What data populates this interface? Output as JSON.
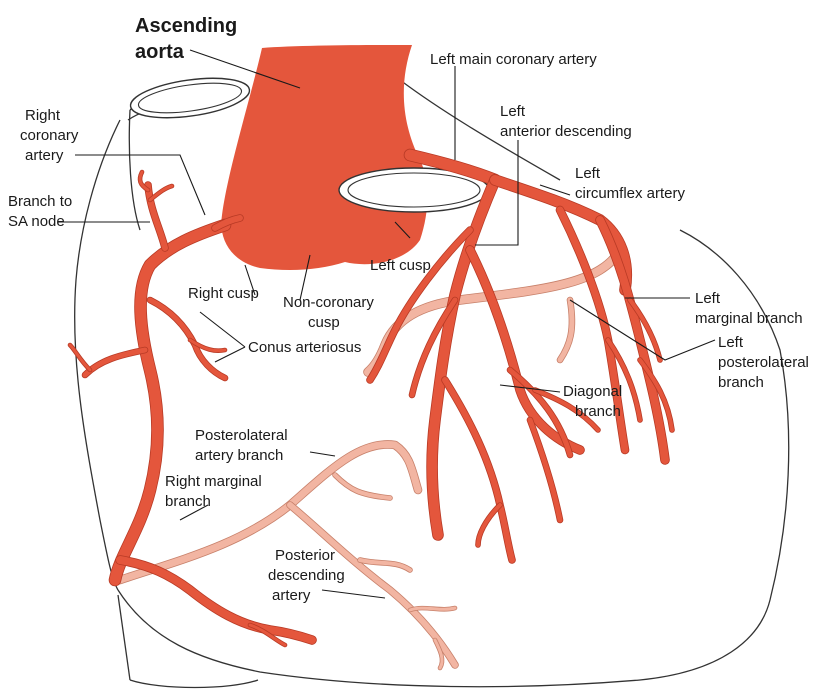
{
  "colors": {
    "artery": "#e4563c",
    "artery_dark": "#b83a25",
    "posterior": "#f2b5a2",
    "posterior_dark": "#c7806a",
    "outline": "#333333",
    "text": "#1a1a1a"
  },
  "labels": {
    "ascending_aorta_1": "Ascending",
    "ascending_aorta_2": "aorta",
    "left_main_coronary": "Left main coronary artery",
    "right_coronary_1": "Right",
    "right_coronary_2": "coronary",
    "right_coronary_3": "artery",
    "lad_1": "Left",
    "lad_2": "anterior descending",
    "branch_sa_1": "Branch to",
    "branch_sa_2": "SA node",
    "circumflex_1": "Left",
    "circumflex_2": "circumflex artery",
    "left_cusp": "Left cusp",
    "right_cusp": "Right cusp",
    "non_coronary_1": "Non-coronary",
    "non_coronary_2": "cusp",
    "conus": "Conus arteriosus",
    "left_marginal_1": "Left",
    "left_marginal_2": "marginal branch",
    "left_posterolateral_1": "Left",
    "left_posterolateral_2": "posterolateral",
    "left_posterolateral_3": "branch",
    "diagonal_1": "Diagonal",
    "diagonal_2": "branch",
    "posterolateral_artery_1": "Posterolateral",
    "posterolateral_artery_2": "artery branch",
    "right_marginal_1": "Right marginal",
    "right_marginal_2": "branch",
    "pda_1": "Posterior",
    "pda_2": "descending",
    "pda_3": "artery"
  }
}
